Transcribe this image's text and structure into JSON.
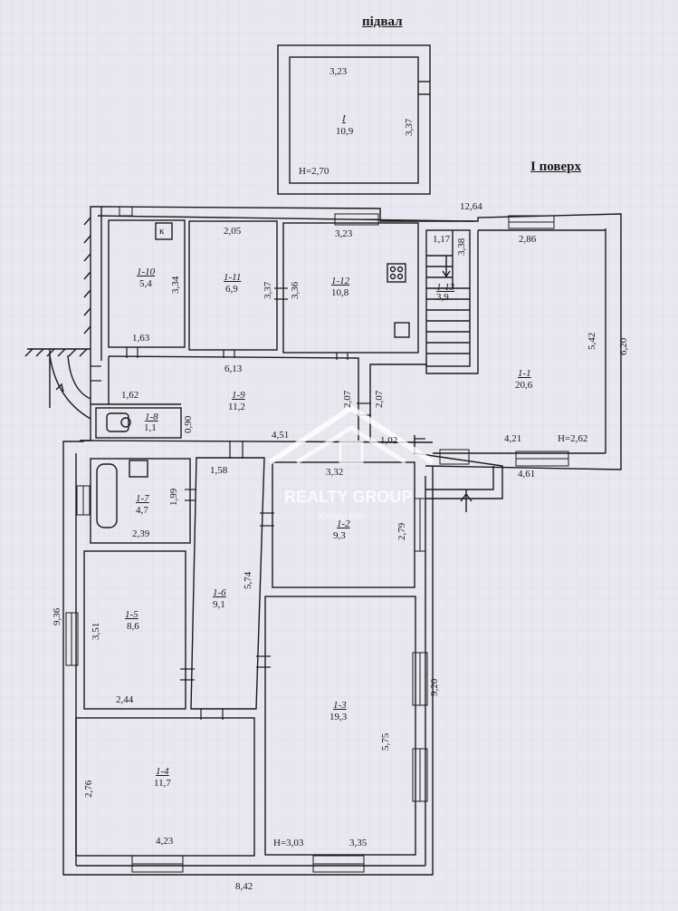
{
  "headings": {
    "basement": "підвал",
    "first_floor": "І поверх"
  },
  "watermark": {
    "brand": "REALTY GROUP",
    "city": "Krivoy Rih"
  },
  "basement": {
    "room_id": "I",
    "area": "10,9",
    "dim_top": "3,23",
    "dim_right": "3,37",
    "height": "H=2,70"
  },
  "overall": {
    "top": "12,64",
    "right": "6,20",
    "left": "9,36",
    "right_lower": "9,20",
    "bottom": "8,42",
    "step": "4,61"
  },
  "rooms": {
    "r1_1": {
      "id": "1-1",
      "area": "20,6",
      "w": "2,86",
      "h": "5,42",
      "low": "4,21",
      "height": "H=2,62"
    },
    "r1_2": {
      "id": "1-2",
      "area": "9,3",
      "w": "3,32",
      "h": "2,79"
    },
    "r1_3": {
      "id": "1-3",
      "area": "19,3",
      "w": "3,35",
      "h": "5,75",
      "height": "H=3,03"
    },
    "r1_4": {
      "id": "1-4",
      "area": "11,7",
      "w": "4,23",
      "h": "2,76"
    },
    "r1_5": {
      "id": "1-5",
      "area": "8,6",
      "w": "2,44",
      "h": "3,51"
    },
    "r1_6": {
      "id": "1-6",
      "area": "9,1",
      "w": "1,58",
      "h": "5,74"
    },
    "r1_7": {
      "id": "1-7",
      "area": "4,7",
      "w": "2,39",
      "h": "1,99"
    },
    "r1_8": {
      "id": "1-8",
      "area": "1,1",
      "h": "0,90"
    },
    "r1_9": {
      "id": "1-9",
      "area": "11,2",
      "w": "6,13",
      "w2": "1,62",
      "h": "2,07",
      "low": "4,51"
    },
    "r1_10": {
      "id": "1-10",
      "area": "5,4",
      "w": "1,63",
      "h": "3,34"
    },
    "r1_11": {
      "id": "1-11",
      "area": "6,9",
      "w": "2,05",
      "h": "3,37"
    },
    "r1_12": {
      "id": "1-12",
      "area": "10,8",
      "w": "3,23",
      "h": "3,36"
    },
    "r1_13": {
      "id": "1-13",
      "area": "3,9",
      "w": "1,17",
      "h": "3,38"
    },
    "hall": {
      "w": "1,02",
      "h": "2,07"
    }
  },
  "symbols": {
    "stove_letter": "к"
  },
  "colors": {
    "paper": "#e9e7ef",
    "ink": "#1a1a1a",
    "watermark": "#ffffff"
  }
}
